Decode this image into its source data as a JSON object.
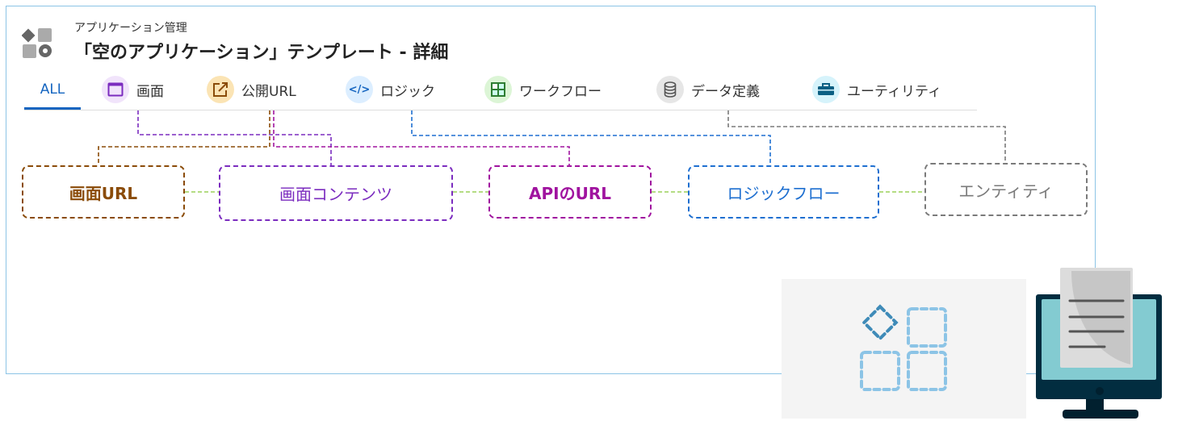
{
  "header": {
    "breadcrumb": "アプリケーション管理",
    "title": "「空のアプリケーション」テンプレート - 詳細"
  },
  "tabs": [
    {
      "label": "ALL",
      "icon": "none",
      "active": true
    },
    {
      "label": "画面",
      "icon": "window-icon",
      "color": "#7b2cbf",
      "bg": "#f1e4fb"
    },
    {
      "label": "公開URL",
      "icon": "external-link-icon",
      "color": "#8a4b08",
      "bg": "#fbe4b4"
    },
    {
      "label": "ロジック",
      "icon": "code-icon",
      "color": "#1565c0",
      "bg": "#dceeff"
    },
    {
      "label": "ワークフロー",
      "icon": "workflow-icon",
      "color": "#2e7d32",
      "bg": "#dcf5d6"
    },
    {
      "label": "データ定義",
      "icon": "database-icon",
      "color": "#555555",
      "bg": "#e6e6e6"
    },
    {
      "label": "ユーティリティ",
      "icon": "toolbox-icon",
      "color": "#0b5f83",
      "bg": "#d6f3fb"
    }
  ],
  "nodes": [
    {
      "label": "画面URL",
      "color": "#8a4b08"
    },
    {
      "label": "画面コンテンツ",
      "color": "#7b2cbf"
    },
    {
      "label": "APIのURL",
      "color": "#a0139f"
    },
    {
      "label": "ロジックフロー",
      "color": "#1e6fd0"
    },
    {
      "label": "エンティティ",
      "color": "#7a7a7a"
    }
  ],
  "link_color": "#9bd05a"
}
